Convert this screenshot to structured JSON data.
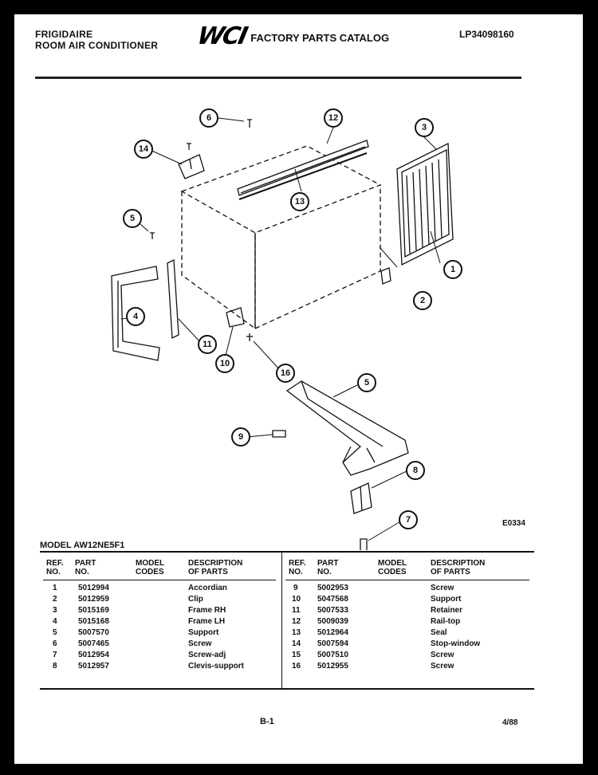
{
  "header": {
    "brand": "FRIGIDAIRE",
    "product": "ROOM AIR CONDITIONER",
    "logo_text": "WCI",
    "catalog_title": "FACTORY PARTS CATALOG",
    "catalog_code": "LP34098160"
  },
  "diagram": {
    "drawing_code": "E0334",
    "callouts": [
      "1",
      "2",
      "3",
      "4",
      "5",
      "5",
      "6",
      "7",
      "8",
      "9",
      "10",
      "11",
      "12",
      "13",
      "14",
      "16"
    ]
  },
  "model_label": "MODEL AW12NE5F1",
  "table": {
    "headers": {
      "ref": [
        "REF.",
        "NO."
      ],
      "part": [
        "PART",
        "NO."
      ],
      "model": [
        "MODEL",
        "CODES"
      ],
      "desc": [
        "DESCRIPTION",
        "OF PARTS"
      ]
    },
    "left_rows": [
      {
        "ref": "1",
        "part": "5012994",
        "desc": "Accordian"
      },
      {
        "ref": "2",
        "part": "5012959",
        "desc": "Clip"
      },
      {
        "ref": "3",
        "part": "5015169",
        "desc": "Frame RH"
      },
      {
        "ref": "4",
        "part": "5015168",
        "desc": "Frame LH"
      },
      {
        "ref": "5",
        "part": "5007570",
        "desc": "Support"
      },
      {
        "ref": "6",
        "part": "5007465",
        "desc": "Screw"
      },
      {
        "ref": "7",
        "part": "5012954",
        "desc": "Screw-adj"
      },
      {
        "ref": "8",
        "part": "5012957",
        "desc": "Clevis-support"
      }
    ],
    "right_rows": [
      {
        "ref": "9",
        "part": "5002953",
        "desc": "Screw"
      },
      {
        "ref": "10",
        "part": "5047568",
        "desc": "Support"
      },
      {
        "ref": "11",
        "part": "5007533",
        "desc": "Retainer"
      },
      {
        "ref": "12",
        "part": "5009039",
        "desc": "Rail-top"
      },
      {
        "ref": "13",
        "part": "5012964",
        "desc": "Seal"
      },
      {
        "ref": "14",
        "part": "5007594",
        "desc": "Stop-window"
      },
      {
        "ref": "15",
        "part": "5007510",
        "desc": "Screw"
      },
      {
        "ref": "16",
        "part": "5012955",
        "desc": "Screw"
      }
    ]
  },
  "footer": {
    "page": "B-1",
    "date": "4/88"
  }
}
